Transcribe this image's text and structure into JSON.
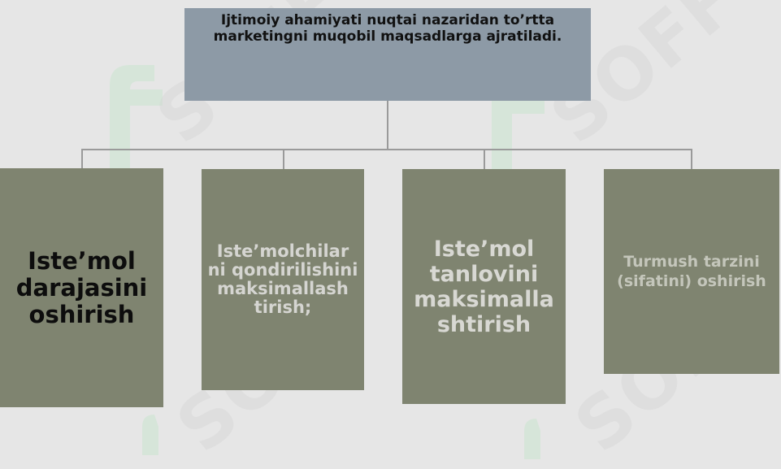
{
  "diagram": {
    "title": "Ijtimoiy ahamiyati nuqtai nazaridan to’rtta marketingni muqobil maqsadlarga ajratiladi.",
    "items": [
      "Iste’mol darajasini oshirish",
      "Iste’molchilar ni qondirilishini maksimallash tirish;",
      "Iste’mol tanlovini maksimalla shtirish",
      "Turmush tarzini (sifatini) oshirish"
    ]
  },
  "watermark": {
    "text": "SOFF"
  },
  "colors": {
    "background": "#e6e6e6",
    "title_box": "#8d9aa6",
    "item_box": "#7f8470",
    "connector": "#9a9a9a"
  }
}
